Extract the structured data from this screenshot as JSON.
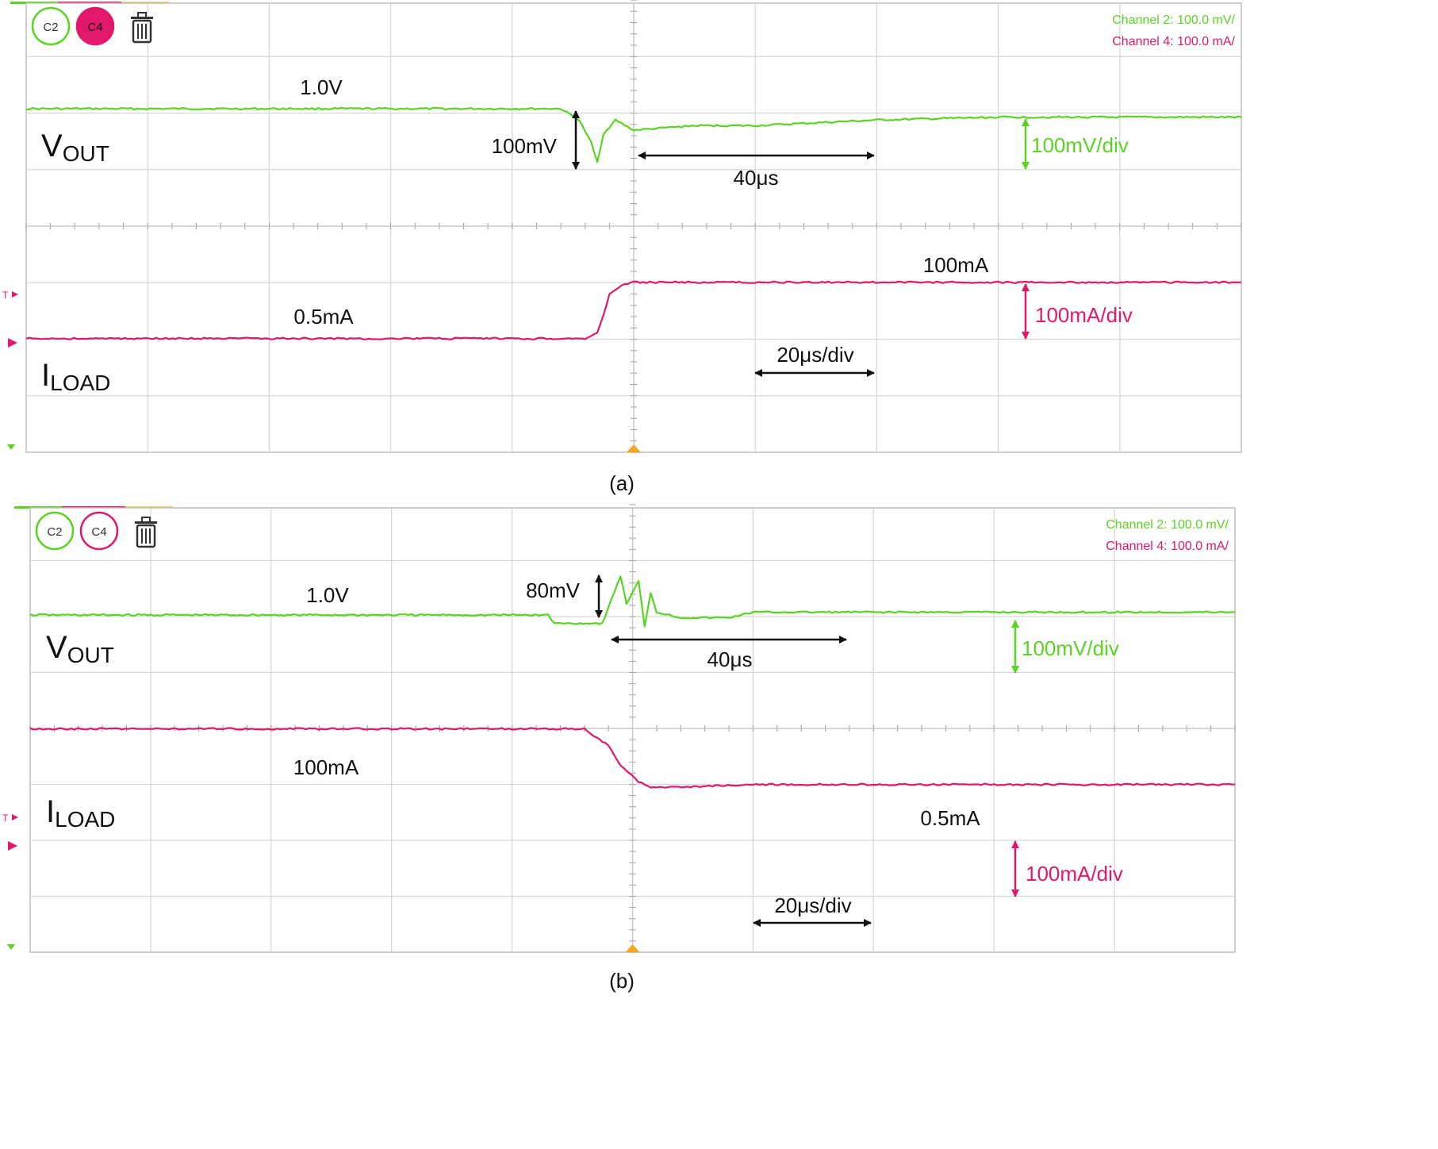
{
  "colors": {
    "channel_2": "#5ad422",
    "channel_4": "#e2186a",
    "annotation": "#111111",
    "grid": "#d6d6d6",
    "frame": "#bdbdbd",
    "trigger": "#f5a623"
  },
  "panels": [
    {
      "caption": "(a)",
      "toolbar": {
        "channel_2_button": "C2",
        "channel_4_button": "C4",
        "channel_4_active": true,
        "delete_icon": "trash-icon"
      },
      "readouts": [
        "Channel 2:  100.0 mV/",
        "Channel 4:  100.0 mA/"
      ],
      "signal_labels": {
        "vout_main": "V",
        "vout_sub": "OUT",
        "iload_main": "I",
        "iload_sub": "LOAD"
      },
      "annotations": {
        "vout_level": "1.0V",
        "vout_deviation": "100mV",
        "recovery_time": "40μs",
        "vout_scale": "100mV/div",
        "iload_initial": "0.5mA",
        "iload_final": "100mA",
        "iload_scale": "100mA/div",
        "time_scale": "20μs/div"
      }
    },
    {
      "caption": "(b)",
      "toolbar": {
        "channel_2_button": "C2",
        "channel_4_button": "C4",
        "channel_4_active": false,
        "delete_icon": "trash-icon"
      },
      "readouts": [
        "Channel 2:  100.0 mV/",
        "Channel 4:  100.0 mA/"
      ],
      "signal_labels": {
        "vout_main": "V",
        "vout_sub": "OUT",
        "iload_main": "I",
        "iload_sub": "LOAD"
      },
      "annotations": {
        "vout_level": "1.0V",
        "vout_deviation": "80mV",
        "recovery_time": "40μs",
        "vout_scale": "100mV/div",
        "iload_initial": "100mA",
        "iload_final": "0.5mA",
        "iload_scale": "100mA/div",
        "time_scale": "20μs/div"
      }
    }
  ],
  "chart_data": [
    {
      "type": "line",
      "title": "(a)",
      "x_unit": "μs",
      "x_per_div": 20,
      "xlim": [
        -100,
        100
      ],
      "trigger_x": 0,
      "grid": true,
      "series": [
        {
          "name": "VOUT",
          "channel": "Channel 2",
          "unit": "mV",
          "scale_per_div": 100,
          "x": [
            -100,
            -20,
            -12,
            -9,
            -7,
            -6,
            -5,
            -3,
            0,
            10,
            20,
            40,
            60,
            70,
            80,
            100
          ],
          "y": [
            0,
            0,
            0,
            -20,
            -60,
            -95,
            -45,
            -20,
            -38,
            -30,
            -30,
            -20,
            -15,
            -15,
            -15,
            -15
          ]
        },
        {
          "name": "ILOAD",
          "channel": "Channel 4",
          "unit": "mA",
          "scale_per_div": 100,
          "x": [
            -100,
            -8,
            -6,
            -5,
            -4,
            -2,
            0,
            20,
            100
          ],
          "y": [
            0.5,
            0.5,
            10,
            40,
            80,
            95,
            100,
            100,
            100
          ]
        }
      ]
    },
    {
      "type": "line",
      "title": "(b)",
      "x_unit": "μs",
      "x_per_div": 20,
      "xlim": [
        -100,
        100
      ],
      "trigger_x": 0,
      "grid": true,
      "series": [
        {
          "name": "VOUT",
          "channel": "Channel 2",
          "unit": "mV",
          "scale_per_div": 100,
          "x": [
            -100,
            -14,
            -13,
            -5,
            -2,
            -1,
            1,
            2,
            3,
            4,
            8,
            16,
            20,
            40,
            60,
            100
          ],
          "y": [
            0,
            0,
            -15,
            -15,
            70,
            20,
            60,
            -20,
            40,
            5,
            -5,
            -5,
            5,
            5,
            5,
            5
          ]
        },
        {
          "name": "ILOAD",
          "channel": "Channel 4",
          "unit": "mA",
          "scale_per_div": 100,
          "x": [
            -100,
            -8,
            -4,
            -2,
            0,
            1,
            3,
            6,
            20,
            100
          ],
          "y": [
            100,
            100,
            70,
            35,
            15,
            5,
            -5,
            -5,
            0.5,
            0.5
          ]
        }
      ]
    }
  ]
}
